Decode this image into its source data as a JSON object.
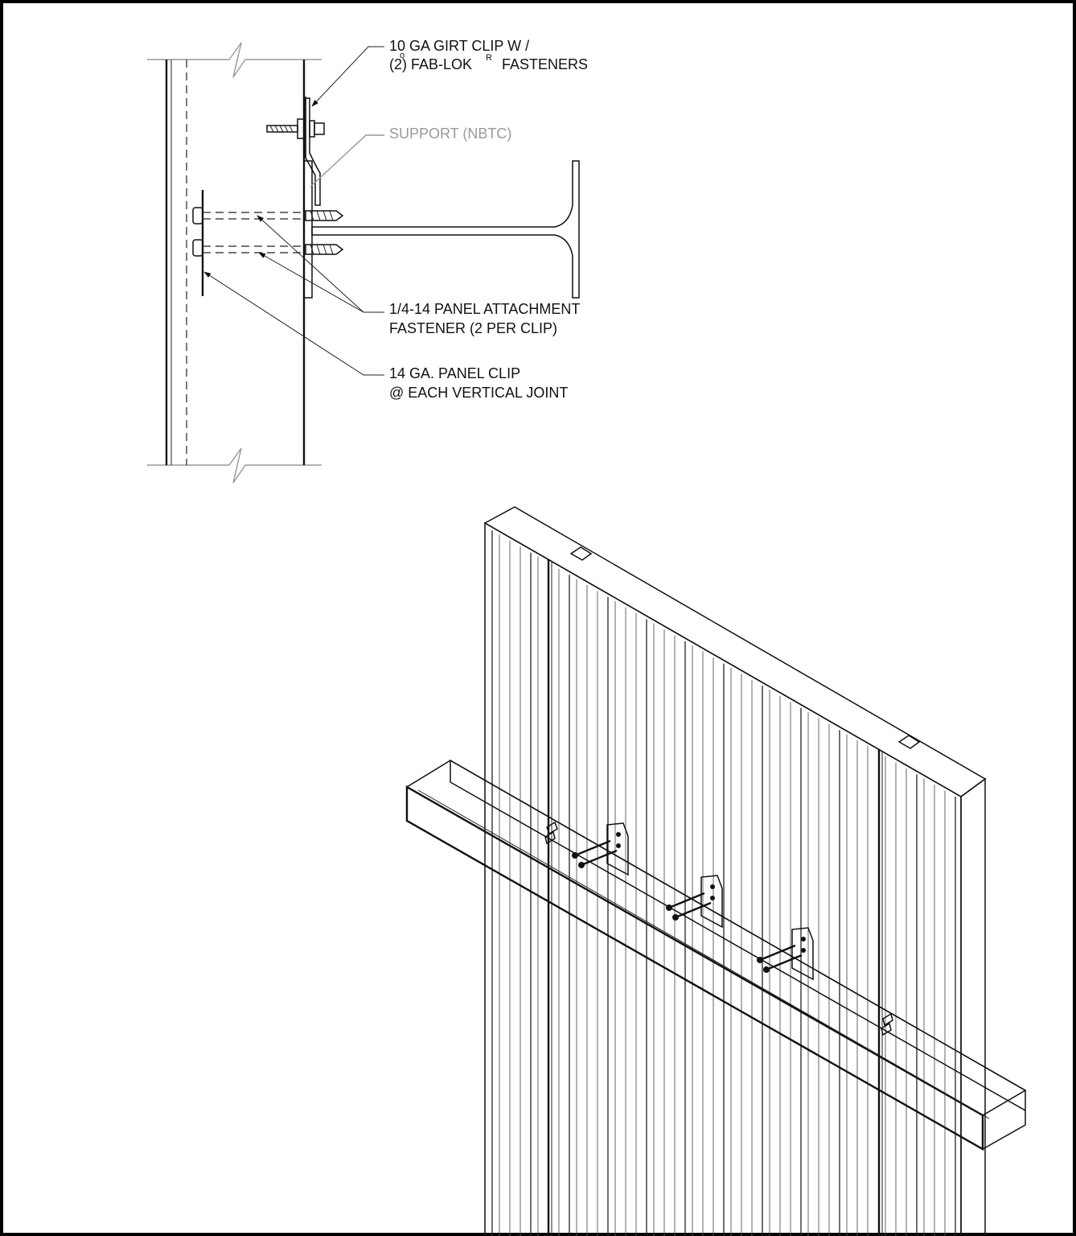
{
  "callouts": {
    "girt_clip": {
      "line1": "10 GA GIRT CLIP W /",
      "line1_mark": "o",
      "line2": "(2) FAB-LOK",
      "line2_sup": "R",
      "line2_end": "FASTENERS"
    },
    "support": {
      "text": "SUPPORT (NBTC)"
    },
    "panel_fastener": {
      "line1": "1/4-14 PANEL ATTACHMENT",
      "line2": "FASTENER (2 PER CLIP)"
    },
    "panel_clip": {
      "line1": "14 GA. PANEL CLIP",
      "line2": "@ EACH VERTICAL JOINT"
    }
  },
  "colors": {
    "line": "#111111",
    "muted_text": "#9a9a9a",
    "background": "#ffffff"
  }
}
